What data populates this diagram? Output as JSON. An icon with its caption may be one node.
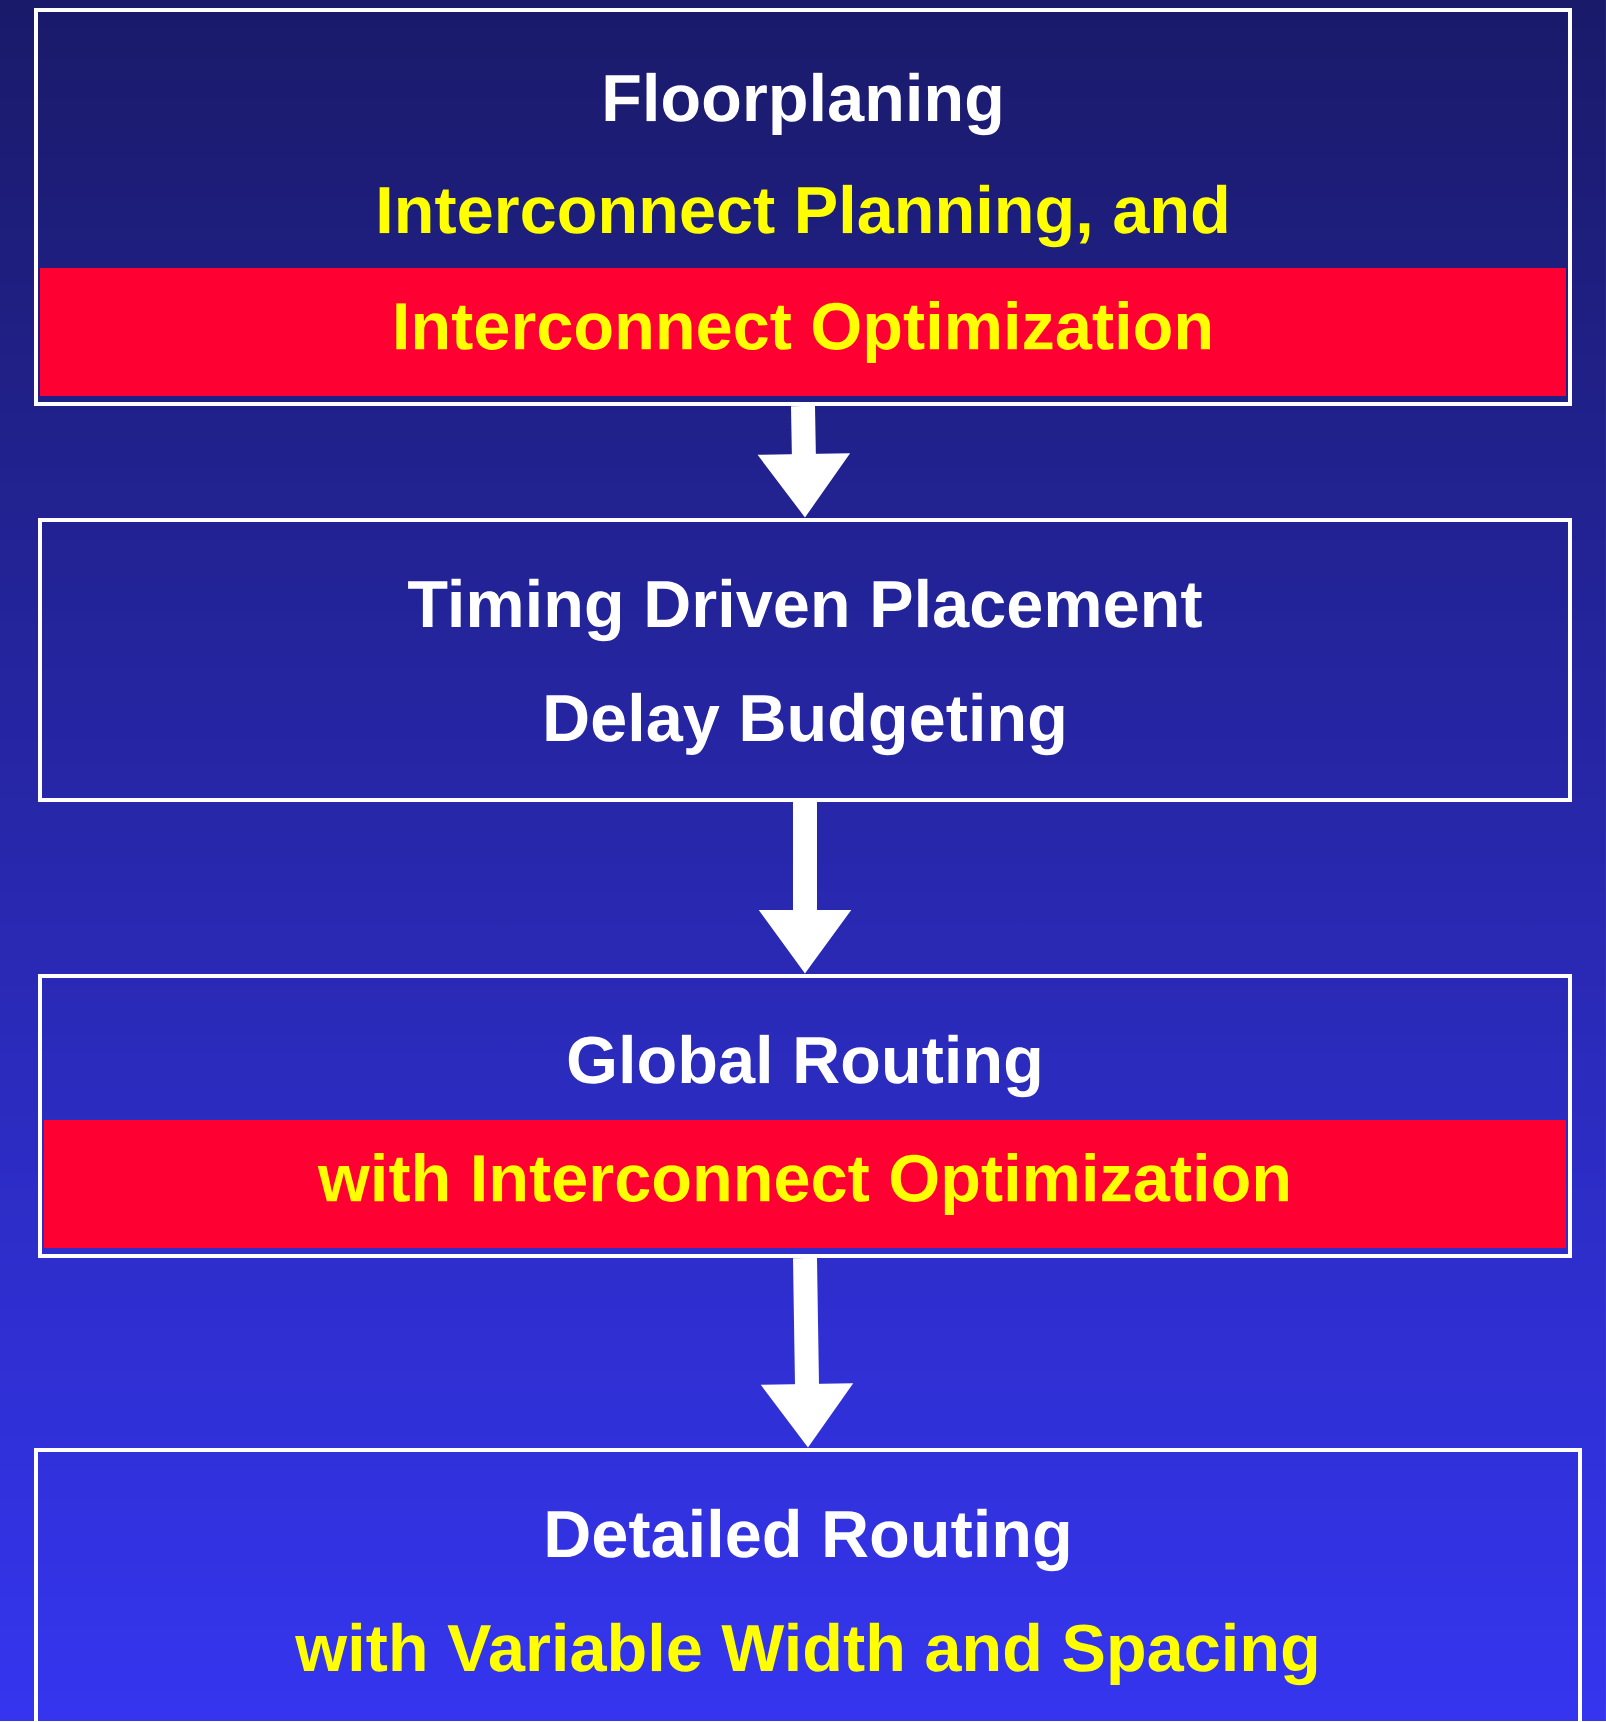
{
  "diagram": {
    "nodes": [
      {
        "text": [
          "Floorplaning",
          "Interconnect Planning, and"
        ]
      },
      {
        "text": [
          "Interconnect Optimization"
        ],
        "in": 0
      },
      {
        "text": [
          "Timing Driven Placement",
          "Delay Budgeting"
        ]
      },
      {
        "text": [
          "Global Routing"
        ]
      },
      {
        "text": [
          "with Interconnect Optimization"
        ],
        "in": 3
      },
      {
        "text": [
          "Detailed Routing",
          "with Variable Width and Spacing"
        ]
      }
    ],
    "edges": [
      {
        "from": 0,
        "to": 2,
        "arrow": "to"
      },
      {
        "from": 2,
        "to": 3,
        "arrow": "to"
      },
      {
        "from": 3,
        "to": 5,
        "arrow": "to"
      }
    ]
  }
}
